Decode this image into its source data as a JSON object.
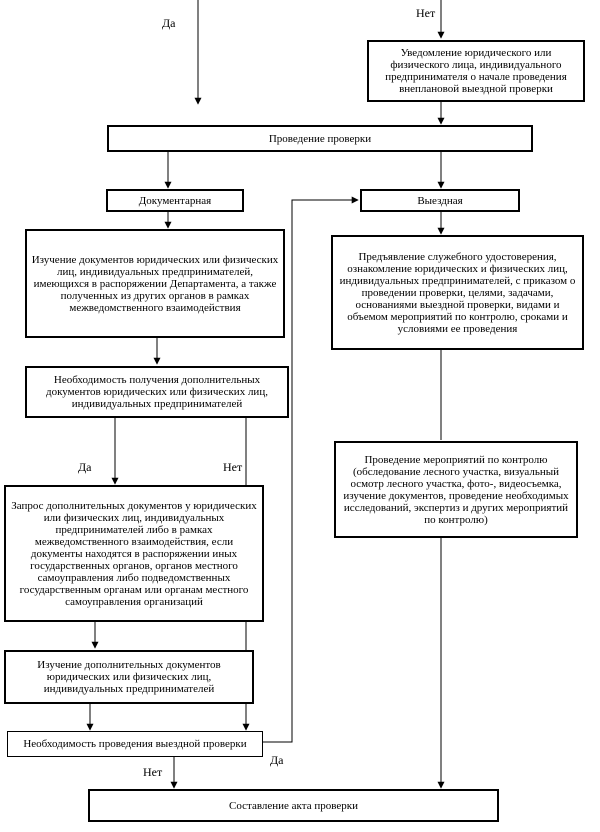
{
  "labels": {
    "yes": "Да",
    "no": "Нет"
  },
  "boxes": {
    "notification": "Уведомление юридического или физического лица, индивидуального предпринимателя о начале проведения внеплановой выездной проверки",
    "conduct_check": "Проведение проверки",
    "documentary": "Документарная",
    "onsite": "Выездная",
    "study_documents": "Изучение документов юридических или физических лиц, индивидуальных предпринимателей, имеющихся в распоряжении Департамента, а также полученных из других органов в рамках межведомственного взаимодействия",
    "present_certificate": "Предъявление служебного удостоверения, ознакомление юридических и физических лиц, индивидуальных предпринимателей, с приказом о проведении проверки, целями, задачами, основаниями выездной проверки, видами и объемом мероприятий по контролю, сроками и условиями ее проведения",
    "need_additional": "Необходимость получения дополнительных документов юридических или физических лиц, индивидуальных предпринимателей",
    "request_additional": "Запрос дополнительных документов у юридических или физических лиц, индивидуальных предпринимателей либо в рамках межведомственного взаимодействия, если документы находятся в распоряжении иных государственных органов, органов местного самоуправления либо подведомственных государственным органам или органам местного самоуправления организаций",
    "study_additional": "Изучение дополнительных документов юридических или физических лиц, индивидуальных предпринимателей",
    "control_measures": "Проведение мероприятий по контролю (обследование лесного участка, визуальный осмотр лесного участка, фото-, видеосъемка, изучение документов, проведение необходимых исследований, экспертиз и других мероприятий по контролю)",
    "need_onsite": "Необходимость проведения выездной проверки",
    "act": "Составление акта проверки"
  }
}
